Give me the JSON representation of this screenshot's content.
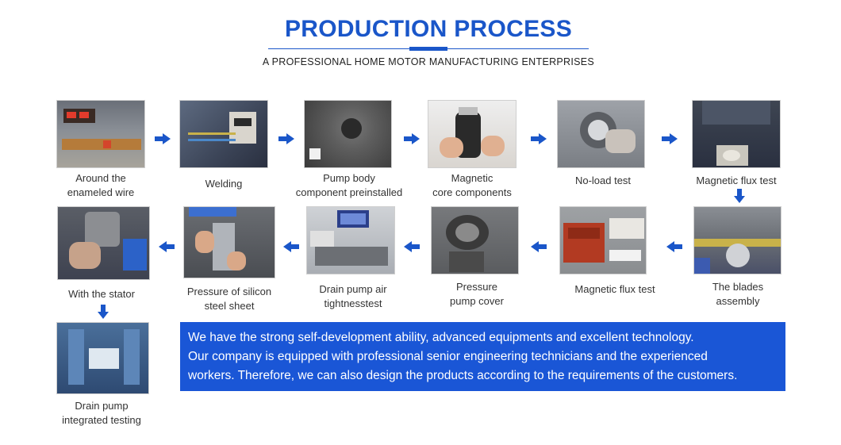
{
  "header": {
    "title": "PRODUCTION PROCESS",
    "subtitle": "A PROFESSIONAL HOME MOTOR MANUFACTURING ENTERPRISES"
  },
  "steps": [
    {
      "lines": [
        "Around the",
        "enameled wire"
      ]
    },
    {
      "lines": [
        "Welding",
        ""
      ]
    },
    {
      "lines": [
        "Pump body",
        "component preinstalled"
      ]
    },
    {
      "lines": [
        "Magnetic",
        "core components"
      ]
    },
    {
      "lines": [
        "No-load test",
        ""
      ]
    },
    {
      "lines": [
        "Magnetic flux test",
        ""
      ]
    },
    {
      "lines": [
        "The blades",
        "assembly"
      ]
    },
    {
      "lines": [
        "Magnetic flux test",
        ""
      ]
    },
    {
      "lines": [
        "Pressure",
        "pump cover"
      ]
    },
    {
      "lines": [
        "Drain pump air",
        "tightnesstest"
      ]
    },
    {
      "lines": [
        "Pressure of silicon",
        "steel sheet"
      ]
    },
    {
      "lines": [
        "With the stator",
        ""
      ]
    },
    {
      "lines": [
        "Drain pump",
        "integrated testing"
      ]
    }
  ],
  "info": {
    "line1": "We have the strong self-development ability, advanced equipments and excellent technology.",
    "line2": "Our company is equipped with professional senior engineering technicians and the experienced",
    "line3": "workers. Therefore, we can also design the products according to the requirements of the customers."
  },
  "colors": {
    "accent": "#1a56c9",
    "box": "#1a56d6"
  },
  "icons": {
    "arrow": "arrow-icon"
  }
}
